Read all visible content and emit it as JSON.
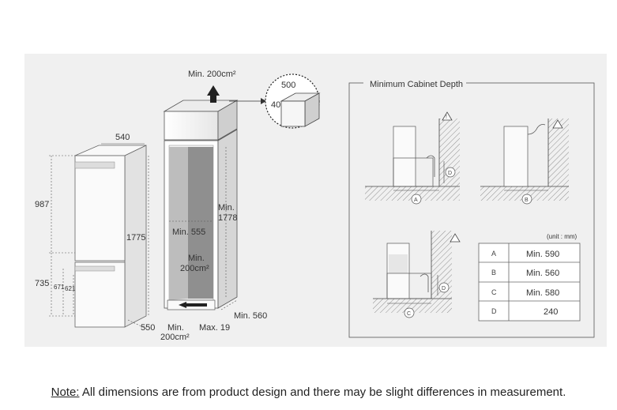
{
  "left_fridge": {
    "width": "540",
    "height_upper": "987",
    "height_total": "1775",
    "height_lower": "735",
    "h671": "671",
    "h621": "621",
    "depth": "550"
  },
  "cabinet": {
    "vent_top": "Min. 200cm²",
    "inner_width": "Min. 555",
    "inner_height_1": "Min.",
    "inner_height_2": "1778",
    "vent_mid_1": "Min.",
    "vent_mid_2": "200cm²",
    "depth": "Min. 560",
    "vent_bottom_1": "Min.",
    "vent_bottom_2": "200cm²",
    "gap": "Max. 19",
    "detail_500": "500",
    "detail_40": "40"
  },
  "cabinet_depth": {
    "title": "Minimum Cabinet Depth",
    "unit": "(unit : mm)",
    "rows": [
      {
        "letter": "A",
        "value": "Min. 590"
      },
      {
        "letter": "B",
        "value": "Min. 560"
      },
      {
        "letter": "C",
        "value": "Min. 580"
      },
      {
        "letter": "D",
        "value": "240"
      }
    ],
    "markers": [
      "A",
      "B",
      "C",
      "D",
      "D"
    ]
  },
  "note": {
    "label": "Note:",
    "text": " All dimensions are from product design and there may be slight differences in measurement."
  },
  "colors": {
    "panel_bg": "#f0f0f0",
    "line": "#444444",
    "hatch": "#888888"
  }
}
